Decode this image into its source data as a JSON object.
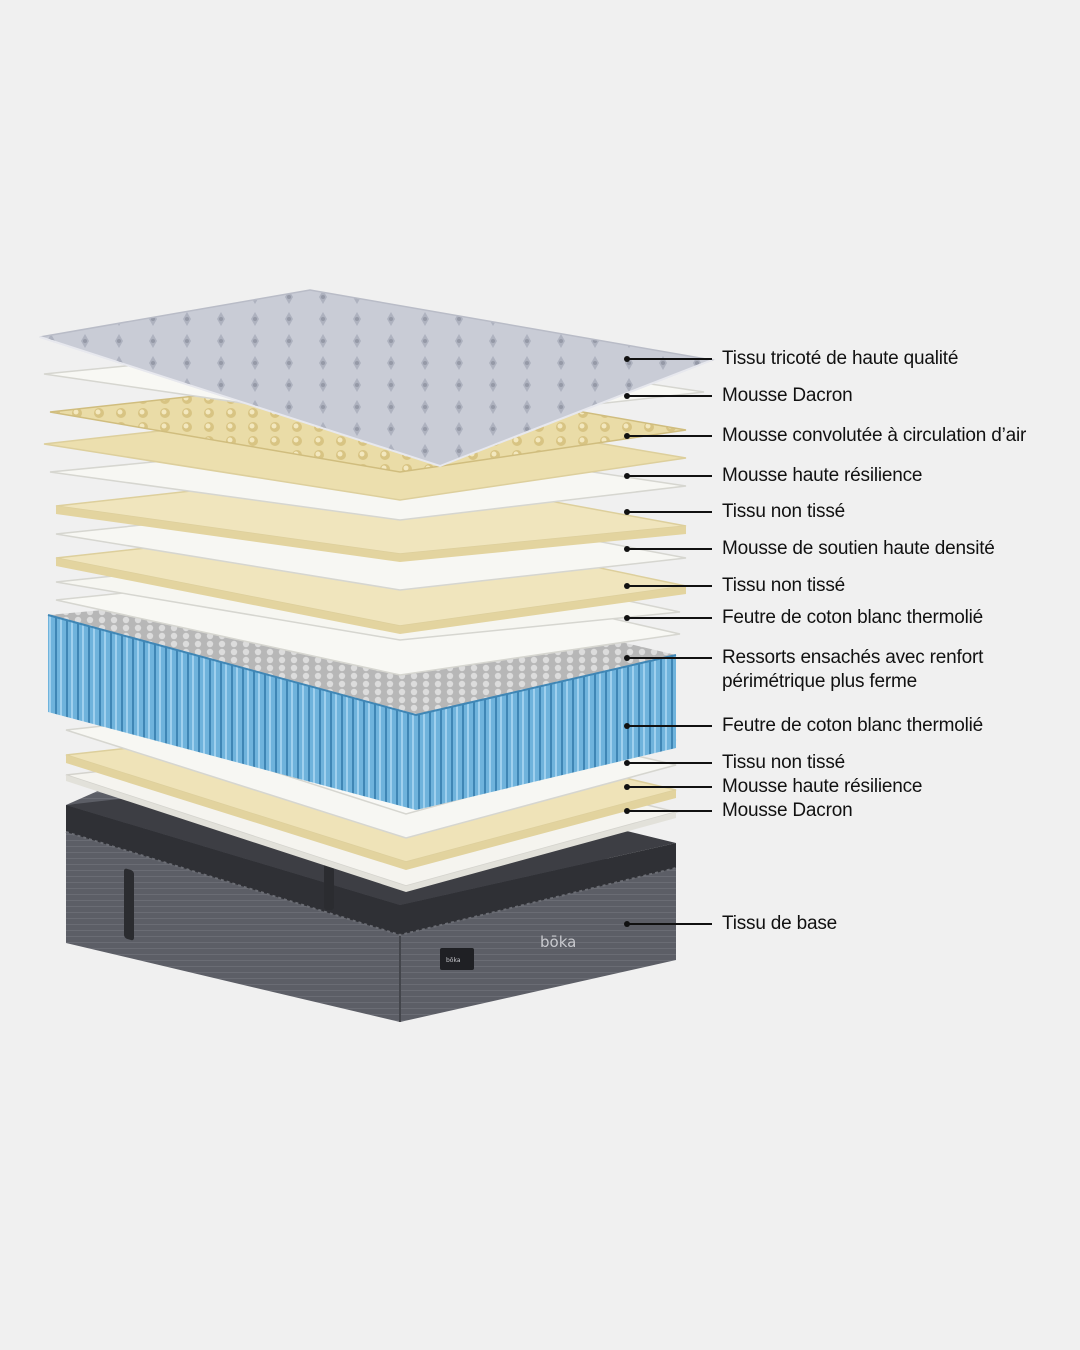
{
  "diagram": {
    "layers": [
      {
        "label": "Tissu tricoté de haute qualité"
      },
      {
        "label": "Mousse Dacron"
      },
      {
        "label": "Mousse convolutée à circulation d’air"
      },
      {
        "label": "Mousse haute résilience"
      },
      {
        "label": "Tissu non tissé"
      },
      {
        "label": "Mousse de soutien haute densité"
      },
      {
        "label": "Tissu non tissé"
      },
      {
        "label": "Feutre de coton blanc thermolié"
      },
      {
        "label": "Ressorts ensachés avec renfort",
        "label2": "périmétrique plus ferme"
      },
      {
        "label": "Feutre de coton blanc thermolié"
      },
      {
        "label": "Tissu non tissé"
      },
      {
        "label": "Mousse haute résilience"
      },
      {
        "label": "Mousse Dacron"
      },
      {
        "label": "Tissu de base"
      }
    ],
    "brand": "bōka",
    "tag": "bōka"
  },
  "colors": {
    "background": "#f0f0f0",
    "knit": "#c9ccd6",
    "foam": "#efe3b8",
    "white": "#f7f7f3",
    "spring": "#6fb3dc",
    "base": "#55575f",
    "leader": "#111111"
  }
}
